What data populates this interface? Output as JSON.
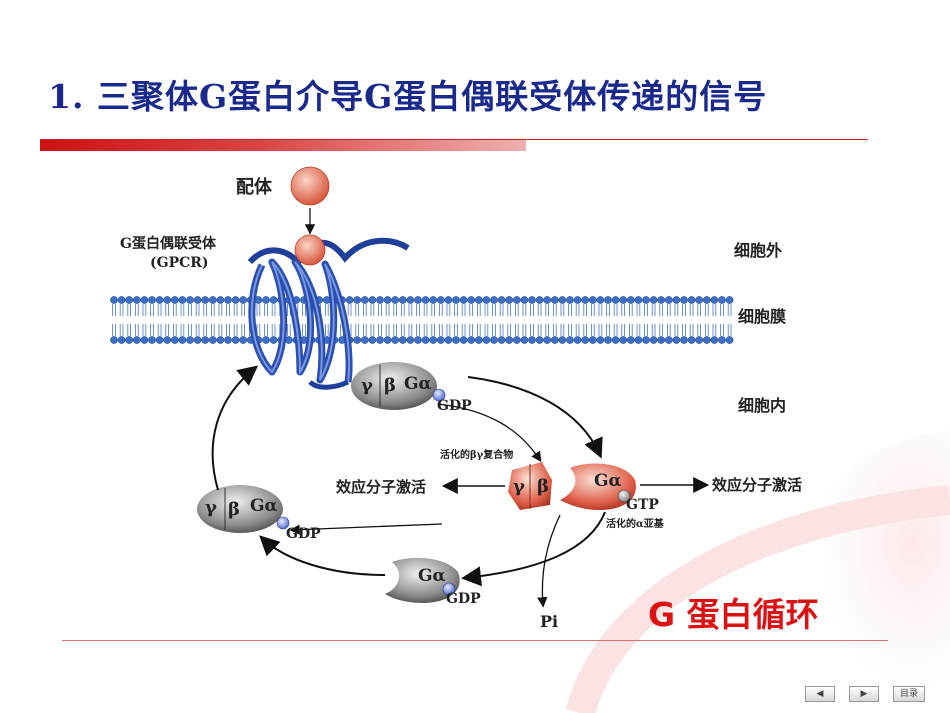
{
  "slide": {
    "title": "1. 三聚体G蛋白介导G蛋白偶联受体传递的信号",
    "cycle_label": "G 蛋白循环"
  },
  "diagram": {
    "ligand": "配体",
    "receptor_name": "G蛋白偶联受体",
    "receptor_abbr": "(GPCR)",
    "outside": "细胞外",
    "membrane": "细胞膜",
    "inside": "细胞内",
    "gamma": "γ",
    "beta": "β",
    "galpha": "Gα",
    "gdp": "GDP",
    "gtp": "GTP",
    "pi": "Pi",
    "activated_bg": "活化的βγ复合物",
    "activated_alpha": "活化的α亚基",
    "effector_left": "效应分子激活",
    "effector_right": "效应分子激活"
  },
  "nav": {
    "prev": "◀",
    "next": "▶",
    "contents": "目录"
  },
  "colors": {
    "title": "#1a2a8c",
    "accent_red": "#dd1111",
    "membrane_blue": "#2f5fb0",
    "receptor_blue": "#1f3f9a",
    "subunit_grey": "#7a7a7a",
    "activated_red": "#e0604a"
  }
}
